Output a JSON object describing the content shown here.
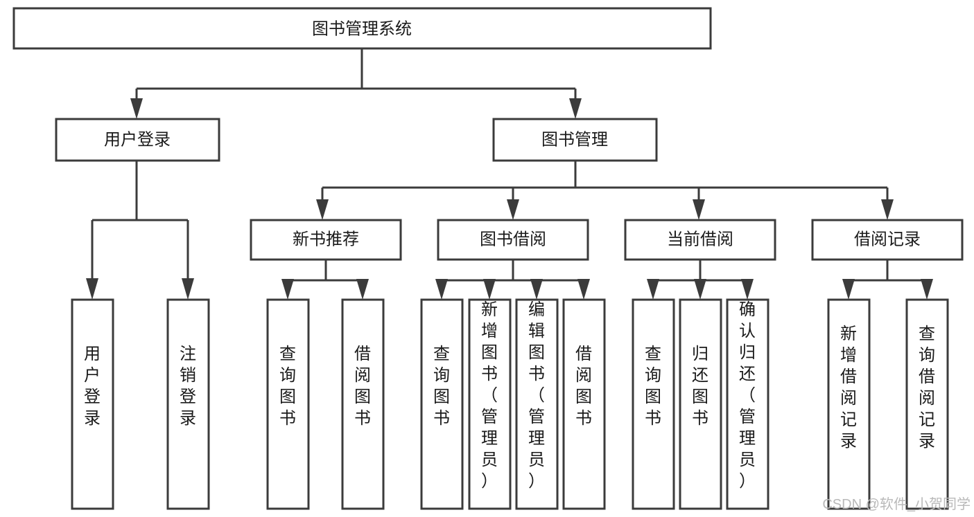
{
  "diagram": {
    "title": "图书管理系统",
    "type": "tree-hierarchy-chart",
    "colors": {
      "stroke": "#3b3b3b",
      "fill": "#ffffff",
      "text": "#1a1a1a",
      "watermark": "#b9b9b9",
      "background": "#ffffff"
    },
    "root": {
      "label": "图书管理系统"
    },
    "level2": [
      {
        "label": "用户登录"
      },
      {
        "label": "图书管理"
      }
    ],
    "level3": [
      {
        "label": "新书推荐"
      },
      {
        "label": "图书借阅"
      },
      {
        "label": "当前借阅"
      },
      {
        "label": "借阅记录"
      }
    ],
    "leaves": {
      "user_login": [
        {
          "label": "用户登录"
        },
        {
          "label": "注销登录"
        }
      ],
      "new_book_recommend": [
        {
          "label": "查询图书"
        },
        {
          "label": "借阅图书"
        }
      ],
      "book_borrow": [
        {
          "label": "查询图书"
        },
        {
          "label": "新增图书（管理员）"
        },
        {
          "label": "编辑图书（管理员）"
        },
        {
          "label": "借阅图书"
        }
      ],
      "current_borrow": [
        {
          "label": "查询图书"
        },
        {
          "label": "归还图书"
        },
        {
          "label": "确认归还（管理员）"
        }
      ],
      "borrow_record": [
        {
          "label": "新增借阅记录"
        },
        {
          "label": "查询借阅记录"
        }
      ]
    },
    "watermark": "CSDN @软件_小贺同学"
  }
}
